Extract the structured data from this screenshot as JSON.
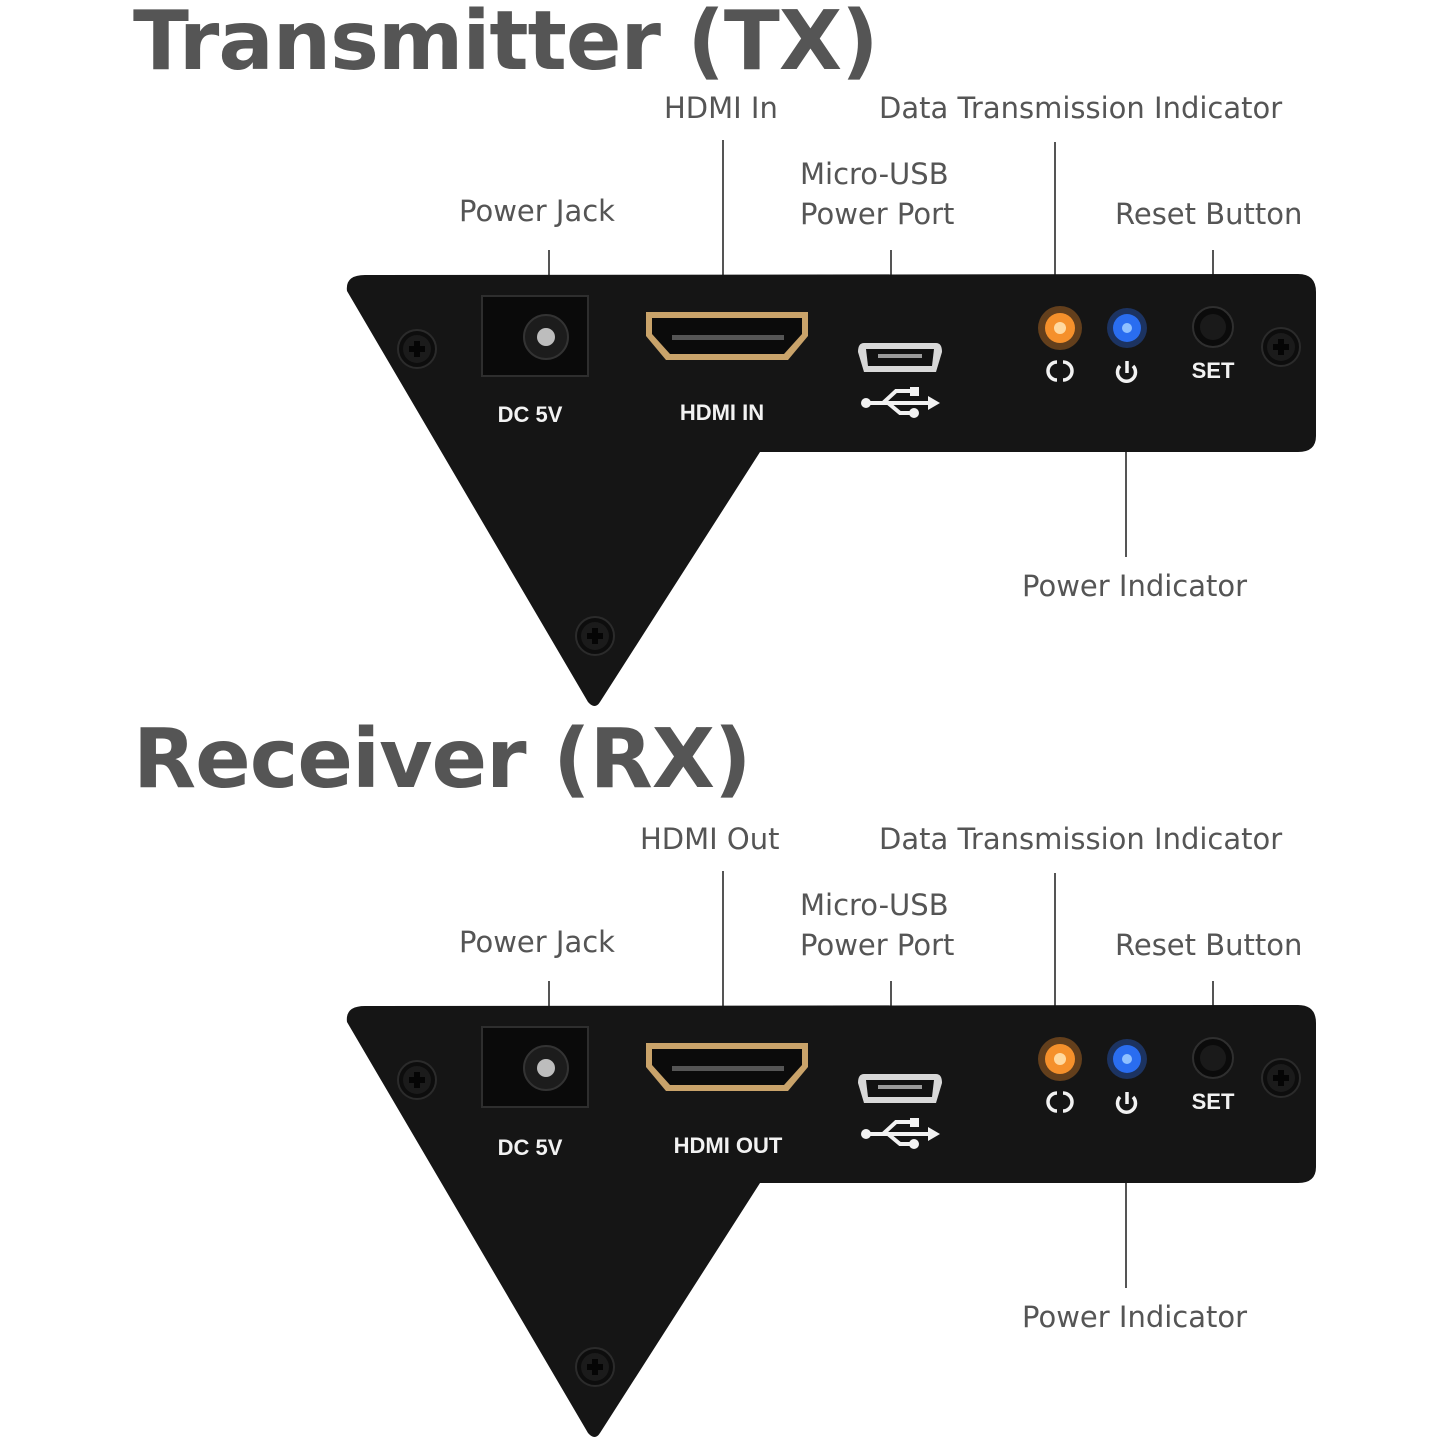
{
  "transmitter": {
    "title": "Transmitter (TX)",
    "callouts": {
      "hdmi": "HDMI In",
      "data_indicator": "Data Transmission Indicator",
      "micro_usb_line1": "Micro-USB",
      "micro_usb_line2": "Power Port",
      "power_jack": "Power Jack",
      "reset_button": "Reset Button",
      "power_indicator": "Power Indicator"
    },
    "panel": {
      "dc_label": "DC 5V",
      "hdmi_label": "HDMI IN",
      "set_label": "SET"
    }
  },
  "receiver": {
    "title": "Receiver (RX)",
    "callouts": {
      "hdmi": "HDMI Out",
      "data_indicator": "Data Transmission Indicator",
      "micro_usb_line1": "Micro-USB",
      "micro_usb_line2": "Power Port",
      "power_jack": "Power Jack",
      "reset_button": "Reset Button",
      "power_indicator": "Power Indicator"
    },
    "panel": {
      "dc_label": "DC 5V",
      "hdmi_label": "HDMI OUT",
      "set_label": "SET"
    }
  },
  "colors": {
    "panel": "#151515",
    "data_led": "#f5902b",
    "power_led": "#2a6df0",
    "hdmi_gold": "#c9a36a",
    "text": "#555555"
  }
}
